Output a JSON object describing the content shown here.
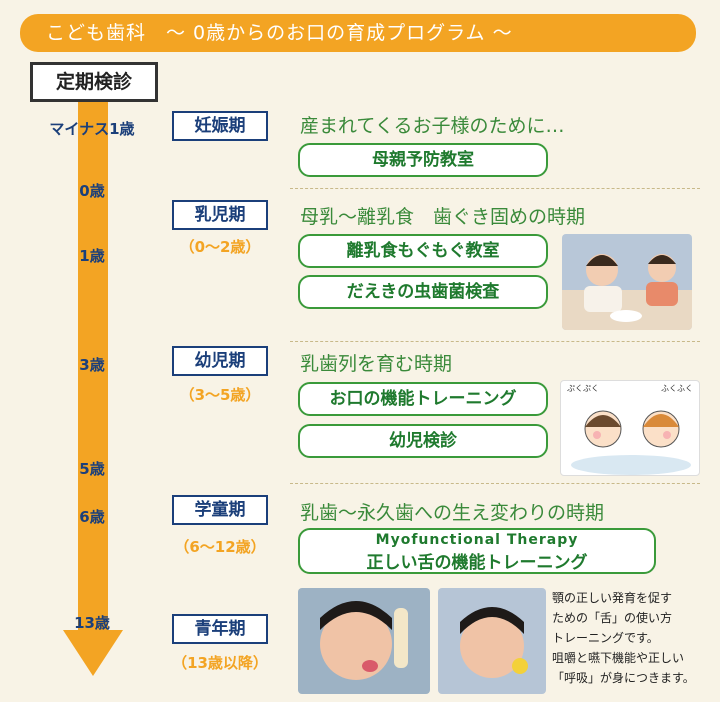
{
  "header": {
    "title": "こども歯科　～ 0歳からのお口の育成プログラム ～"
  },
  "teiki": {
    "label": "定期検診"
  },
  "ages": [
    "マイナス1歳",
    "0歳",
    "1歳",
    "3歳",
    "5歳",
    "6歳",
    "13歳"
  ],
  "stages": [
    {
      "label": "妊娠期",
      "range": "",
      "desc": "産まれてくるお子様のために…",
      "pills": [
        "母親予防教室"
      ]
    },
    {
      "label": "乳児期",
      "range": "（0～2歳）",
      "desc": "母乳～離乳食　歯ぐき固めの時期",
      "pills": [
        "離乳食もぐもぐ教室",
        "だえきの虫歯菌検査"
      ]
    },
    {
      "label": "幼児期",
      "range": "（3～5歳）",
      "desc": "乳歯列を育む時期",
      "pills": [
        "お口の機能トレーニング",
        "幼児検診"
      ]
    },
    {
      "label": "学童期",
      "range": "（6～12歳）",
      "desc": "乳歯～永久歯への生え変わりの時期",
      "pills_en": "Myofunctional Therapy",
      "pills_jp": "正しい舌の機能トレーニング"
    },
    {
      "label": "青年期",
      "range": "（13歳以降）"
    }
  ],
  "illustration": {
    "text1": "ぷくぷく",
    "text2": "ふくふく"
  },
  "caption": {
    "line1": "顎の正しい発育を促す",
    "line2": "ための「舌」の使い方",
    "line3": "トレーニングです。",
    "line4": "咀嚼と嚥下機能や正しい",
    "line5": "「呼吸」が身につきます。"
  },
  "colors": {
    "orange": "#f3a423",
    "navy": "#1b3f7a",
    "green": "#3a9a3a",
    "bg": "#f8f3e6"
  }
}
